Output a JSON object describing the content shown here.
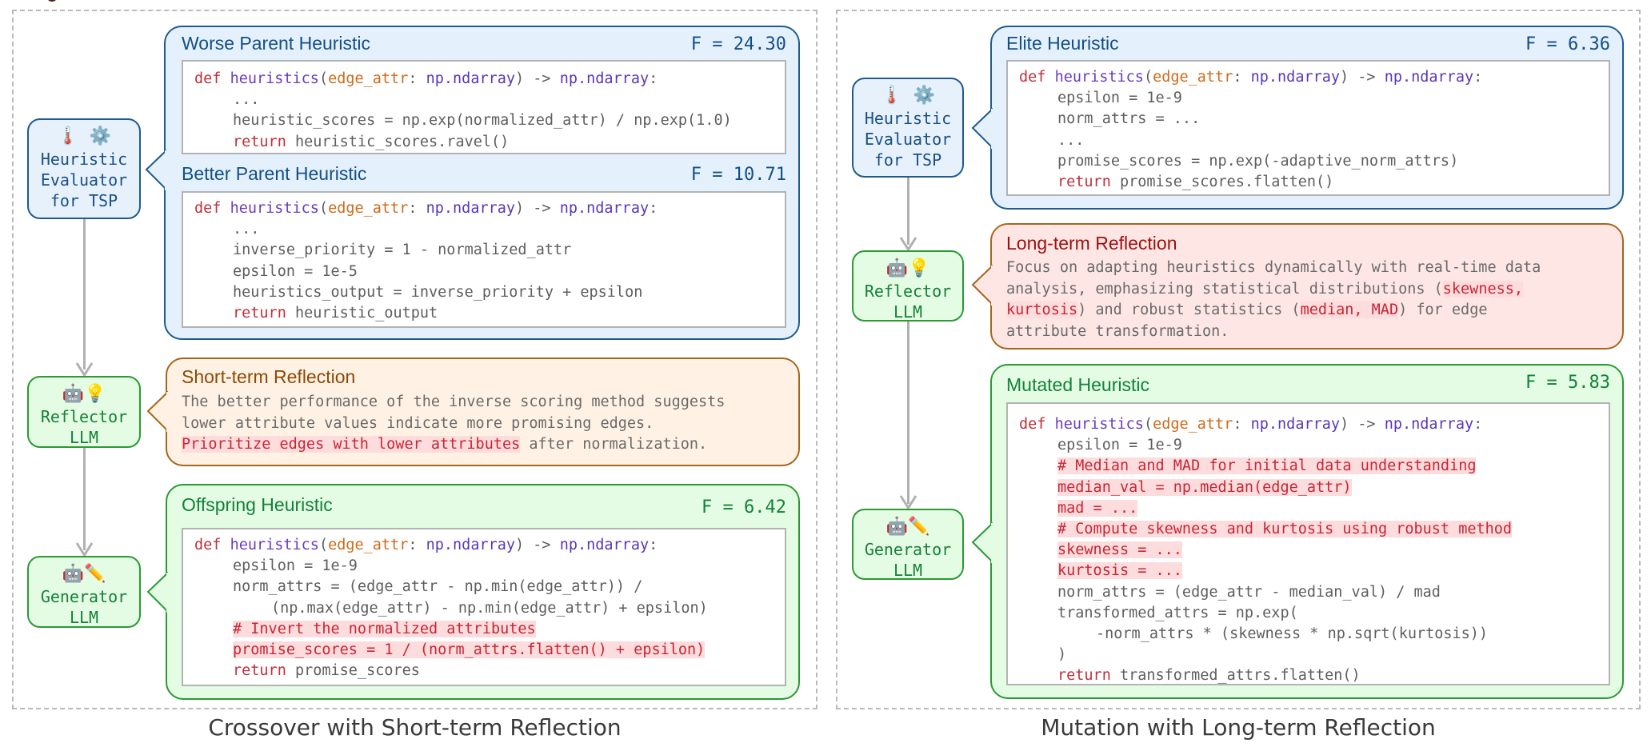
{
  "colors": {
    "blue_accent": "#1f5b8e",
    "green_accent": "#2a9a34",
    "orange_accent": "#a8651c",
    "highlight_bg": "#fcdcdc",
    "highlight_text": "#c92535"
  },
  "left": {
    "caption": "Crossover with Short-term Reflection",
    "nodes": {
      "evaluator": {
        "icons": [
          "gauge-icon",
          "gear-icon"
        ],
        "icon_glyphs": "🌡️⚙️",
        "line1": "Heuristic",
        "line2": "Evaluator",
        "line3": "for TSP"
      },
      "reflector": {
        "icons": [
          "robot-icon",
          "lightbulb-icon"
        ],
        "icon_glyphs": "🤖💡",
        "line1": "Reflector",
        "line2": "LLM"
      },
      "generator": {
        "icons": [
          "robot-icon",
          "pencil-icon"
        ],
        "icon_glyphs": "🤖✏️",
        "line1": "Generator",
        "line2": "LLM"
      }
    },
    "worse_parent": {
      "title": "Worse Parent Heuristic",
      "fitness": "F = 24.30",
      "code": [
        {
          "indent": 0,
          "tokens": [
            [
              "kw",
              "def "
            ],
            [
              "fn",
              "heuristics"
            ],
            [
              "plain",
              "("
            ],
            [
              "param",
              "edge_attr"
            ],
            [
              "plain",
              ": "
            ],
            [
              "type",
              "np.ndarray"
            ],
            [
              "plain",
              ") -> "
            ],
            [
              "type",
              "np.ndarray"
            ],
            [
              "plain",
              ":"
            ]
          ]
        },
        {
          "indent": 1,
          "tokens": [
            [
              "plain",
              "..."
            ]
          ]
        },
        {
          "indent": 1,
          "tokens": [
            [
              "plain",
              "heuristic_scores = np.exp(normalized_attr) / np.exp(1.0)"
            ]
          ]
        },
        {
          "indent": 1,
          "tokens": [
            [
              "kw",
              "return"
            ],
            [
              "plain",
              " heuristic_scores.ravel()"
            ]
          ]
        }
      ]
    },
    "better_parent": {
      "title": "Better Parent Heuristic",
      "fitness": "F = 10.71",
      "code": [
        {
          "indent": 0,
          "tokens": [
            [
              "kw",
              "def "
            ],
            [
              "fn",
              "heuristics"
            ],
            [
              "plain",
              "("
            ],
            [
              "param",
              "edge_attr"
            ],
            [
              "plain",
              ": "
            ],
            [
              "type",
              "np.ndarray"
            ],
            [
              "plain",
              ") -> "
            ],
            [
              "type",
              "np.ndarray"
            ],
            [
              "plain",
              ":"
            ]
          ]
        },
        {
          "indent": 1,
          "tokens": [
            [
              "plain",
              "..."
            ]
          ]
        },
        {
          "indent": 1,
          "tokens": [
            [
              "plain",
              "inverse_priority = 1 - normalized_attr"
            ]
          ]
        },
        {
          "indent": 1,
          "tokens": [
            [
              "plain",
              "epsilon = 1e-5"
            ]
          ]
        },
        {
          "indent": 1,
          "tokens": [
            [
              "plain",
              "heuristics_output = inverse_priority + epsilon"
            ]
          ]
        },
        {
          "indent": 1,
          "tokens": [
            [
              "kw",
              "return"
            ],
            [
              "plain",
              " heuristic_output"
            ]
          ]
        }
      ]
    },
    "short_term_reflection": {
      "title": "Short-term Reflection",
      "lines": [
        [
          [
            "plain",
            "The better performance of the inverse scoring method suggests"
          ]
        ],
        [
          [
            "plain",
            "lower attribute values indicate more promising edges."
          ]
        ],
        [
          [
            "hl",
            "Prioritize edges with lower attributes"
          ],
          [
            "plain",
            " after normalization."
          ]
        ]
      ]
    },
    "offspring": {
      "title": "Offspring Heuristic",
      "fitness": "F = 6.42",
      "code": [
        {
          "indent": 0,
          "tokens": [
            [
              "kw",
              "def "
            ],
            [
              "fn",
              "heuristics"
            ],
            [
              "plain",
              "("
            ],
            [
              "param",
              "edge_attr"
            ],
            [
              "plain",
              ": "
            ],
            [
              "type",
              "np.ndarray"
            ],
            [
              "plain",
              ") -> "
            ],
            [
              "type",
              "np.ndarray"
            ],
            [
              "plain",
              ":"
            ]
          ]
        },
        {
          "indent": 1,
          "tokens": [
            [
              "plain",
              "epsilon = 1e-9"
            ]
          ]
        },
        {
          "indent": 1,
          "tokens": [
            [
              "plain",
              "norm_attrs = (edge_attr - np.min(edge_attr)) /"
            ]
          ]
        },
        {
          "indent": 2,
          "tokens": [
            [
              "plain",
              "(np.max(edge_attr) - np.min(edge_attr) + epsilon)"
            ]
          ]
        },
        {
          "indent": 1,
          "highlight": true,
          "tokens": [
            [
              "hl",
              "# Invert the normalized attributes"
            ]
          ]
        },
        {
          "indent": 1,
          "highlight": true,
          "tokens": [
            [
              "hl",
              "promise_scores = 1 / (norm_attrs.flatten() + epsilon)"
            ]
          ]
        },
        {
          "indent": 1,
          "tokens": [
            [
              "kw",
              "return"
            ],
            [
              "plain",
              " promise_scores"
            ]
          ]
        }
      ]
    }
  },
  "right": {
    "caption": "Mutation with Long-term Reflection",
    "nodes": {
      "evaluator": {
        "icons": [
          "gauge-icon",
          "gear-icon"
        ],
        "icon_glyphs": "🌡️⚙️",
        "line1": "Heuristic",
        "line2": "Evaluator",
        "line3": "for TSP"
      },
      "reflector": {
        "icons": [
          "robot-icon",
          "lightbulb-icon"
        ],
        "icon_glyphs": "🤖💡",
        "line1": "Reflector",
        "line2": "LLM"
      },
      "generator": {
        "icons": [
          "robot-icon",
          "pencil-icon"
        ],
        "icon_glyphs": "🤖✏️",
        "line1": "Generator",
        "line2": "LLM"
      }
    },
    "elite": {
      "title": "Elite Heuristic",
      "fitness": "F = 6.36",
      "code": [
        {
          "indent": 0,
          "tokens": [
            [
              "kw",
              "def "
            ],
            [
              "fn",
              "heuristics"
            ],
            [
              "plain",
              "("
            ],
            [
              "param",
              "edge_attr"
            ],
            [
              "plain",
              ": "
            ],
            [
              "type",
              "np.ndarray"
            ],
            [
              "plain",
              ") -> "
            ],
            [
              "type",
              "np.ndarray"
            ],
            [
              "plain",
              ":"
            ]
          ]
        },
        {
          "indent": 1,
          "tokens": [
            [
              "plain",
              "epsilon = 1e-9"
            ]
          ]
        },
        {
          "indent": 1,
          "tokens": [
            [
              "plain",
              "norm_attrs = ..."
            ]
          ]
        },
        {
          "indent": 1,
          "tokens": [
            [
              "plain",
              "..."
            ]
          ]
        },
        {
          "indent": 1,
          "tokens": [
            [
              "plain",
              "promise_scores = np.exp(-adaptive_norm_attrs)"
            ]
          ]
        },
        {
          "indent": 1,
          "tokens": [
            [
              "kw",
              "return"
            ],
            [
              "plain",
              " promise_scores.flatten()"
            ]
          ]
        }
      ]
    },
    "long_term_reflection": {
      "title": "Long-term Reflection",
      "lines": [
        [
          [
            "plain",
            "Focus on adapting heuristics dynamically with real-time data"
          ]
        ],
        [
          [
            "plain",
            "analysis, emphasizing statistical distributions ("
          ],
          [
            "hl",
            "skewness,"
          ]
        ],
        [
          [
            "hl",
            "kurtosis"
          ],
          [
            "plain",
            ") and robust statistics ("
          ],
          [
            "hl",
            "median, MAD"
          ],
          [
            "plain",
            ") for edge"
          ]
        ],
        [
          [
            "plain",
            "attribute transformation."
          ]
        ]
      ]
    },
    "mutated": {
      "title": "Mutated Heuristic",
      "fitness": "F = 5.83",
      "code": [
        {
          "indent": 0,
          "tokens": [
            [
              "kw",
              "def "
            ],
            [
              "fn",
              "heuristics"
            ],
            [
              "plain",
              "("
            ],
            [
              "param",
              "edge_attr"
            ],
            [
              "plain",
              ": "
            ],
            [
              "type",
              "np.ndarray"
            ],
            [
              "plain",
              ") -> "
            ],
            [
              "type",
              "np.ndarray"
            ],
            [
              "plain",
              ":"
            ]
          ]
        },
        {
          "indent": 1,
          "tokens": [
            [
              "plain",
              "epsilon = 1e-9"
            ]
          ]
        },
        {
          "indent": 1,
          "highlight": true,
          "tokens": [
            [
              "hl",
              "# Median and MAD for initial data understanding"
            ]
          ]
        },
        {
          "indent": 1,
          "highlight": true,
          "tokens": [
            [
              "hl",
              "median_val = np.median(edge_attr)"
            ]
          ]
        },
        {
          "indent": 1,
          "highlight": true,
          "tokens": [
            [
              "hl",
              "mad = ..."
            ]
          ]
        },
        {
          "indent": 1,
          "highlight": true,
          "tokens": [
            [
              "hl",
              "# Compute skewness and kurtosis using robust method"
            ]
          ]
        },
        {
          "indent": 1,
          "highlight": true,
          "tokens": [
            [
              "hl",
              "skewness = ..."
            ]
          ]
        },
        {
          "indent": 1,
          "highlight": true,
          "tokens": [
            [
              "hl",
              "kurtosis = ..."
            ]
          ]
        },
        {
          "indent": 1,
          "tokens": [
            [
              "plain",
              "norm_attrs = (edge_attr - median_val) / mad"
            ]
          ]
        },
        {
          "indent": 1,
          "tokens": [
            [
              "plain",
              "transformed_attrs = np.exp("
            ]
          ]
        },
        {
          "indent": 2,
          "tokens": [
            [
              "plain",
              "-norm_attrs * (skewness * np.sqrt(kurtosis))"
            ]
          ]
        },
        {
          "indent": 1,
          "tokens": [
            [
              "plain",
              ")"
            ]
          ]
        },
        {
          "indent": 1,
          "tokens": [
            [
              "kw",
              "return"
            ],
            [
              "plain",
              " transformed_attrs.flatten()"
            ]
          ]
        }
      ]
    }
  }
}
